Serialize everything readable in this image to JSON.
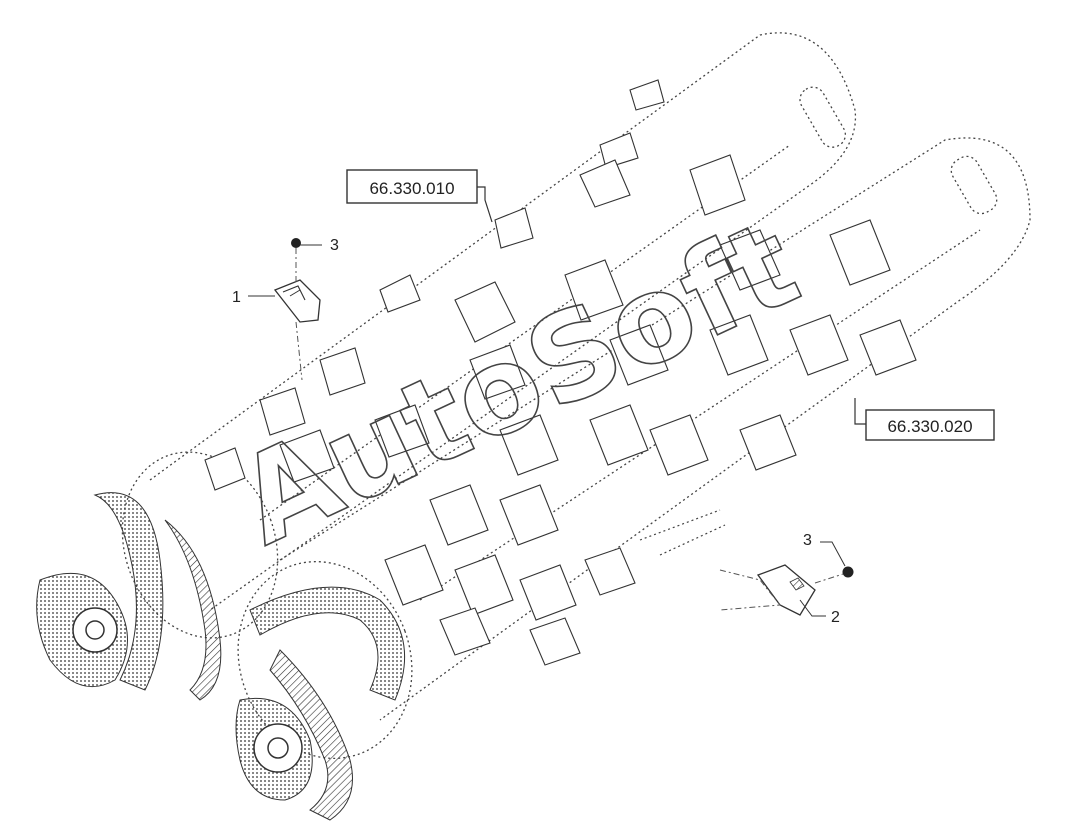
{
  "diagram": {
    "references": {
      "upper_rotor": "66.330.010",
      "lower_rotor": "66.330.020"
    },
    "callouts": {
      "top_bolt": "3",
      "left_part": "1",
      "right_bolt": "3",
      "right_part": "2"
    },
    "watermark": "AutoSoft"
  }
}
